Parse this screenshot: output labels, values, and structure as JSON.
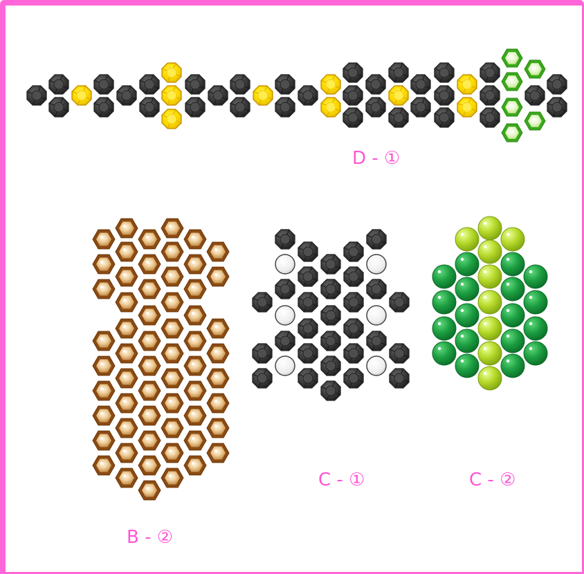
{
  "labels": {
    "d1": "D - ①",
    "b2": "B - ②",
    "c1": "C - ①",
    "c2": "C - ②"
  },
  "colors": {
    "frame": "#ff66d9",
    "label": "#ff55d6",
    "bead_black": "#3a3a3a",
    "bead_yellow": "#ffe100",
    "bead_white": "#f2f2f2",
    "bead_lightgreen": "#9acd32",
    "bead_green": "#1e9e3c",
    "bead_brown": "#c88a3e"
  },
  "patterns": [
    {
      "id": "D-1",
      "bead_shapes": [
        "octagon",
        "hexagon"
      ],
      "bead_colors": [
        "black",
        "yellow",
        "light-green"
      ]
    },
    {
      "id": "B-2",
      "bead_shapes": [
        "hexagon"
      ],
      "bead_colors": [
        "brown"
      ]
    },
    {
      "id": "C-1",
      "bead_shapes": [
        "octagon",
        "round"
      ],
      "bead_colors": [
        "black",
        "white"
      ]
    },
    {
      "id": "C-2",
      "bead_shapes": [
        "round"
      ],
      "bead_colors": [
        "light-green",
        "green"
      ]
    }
  ]
}
